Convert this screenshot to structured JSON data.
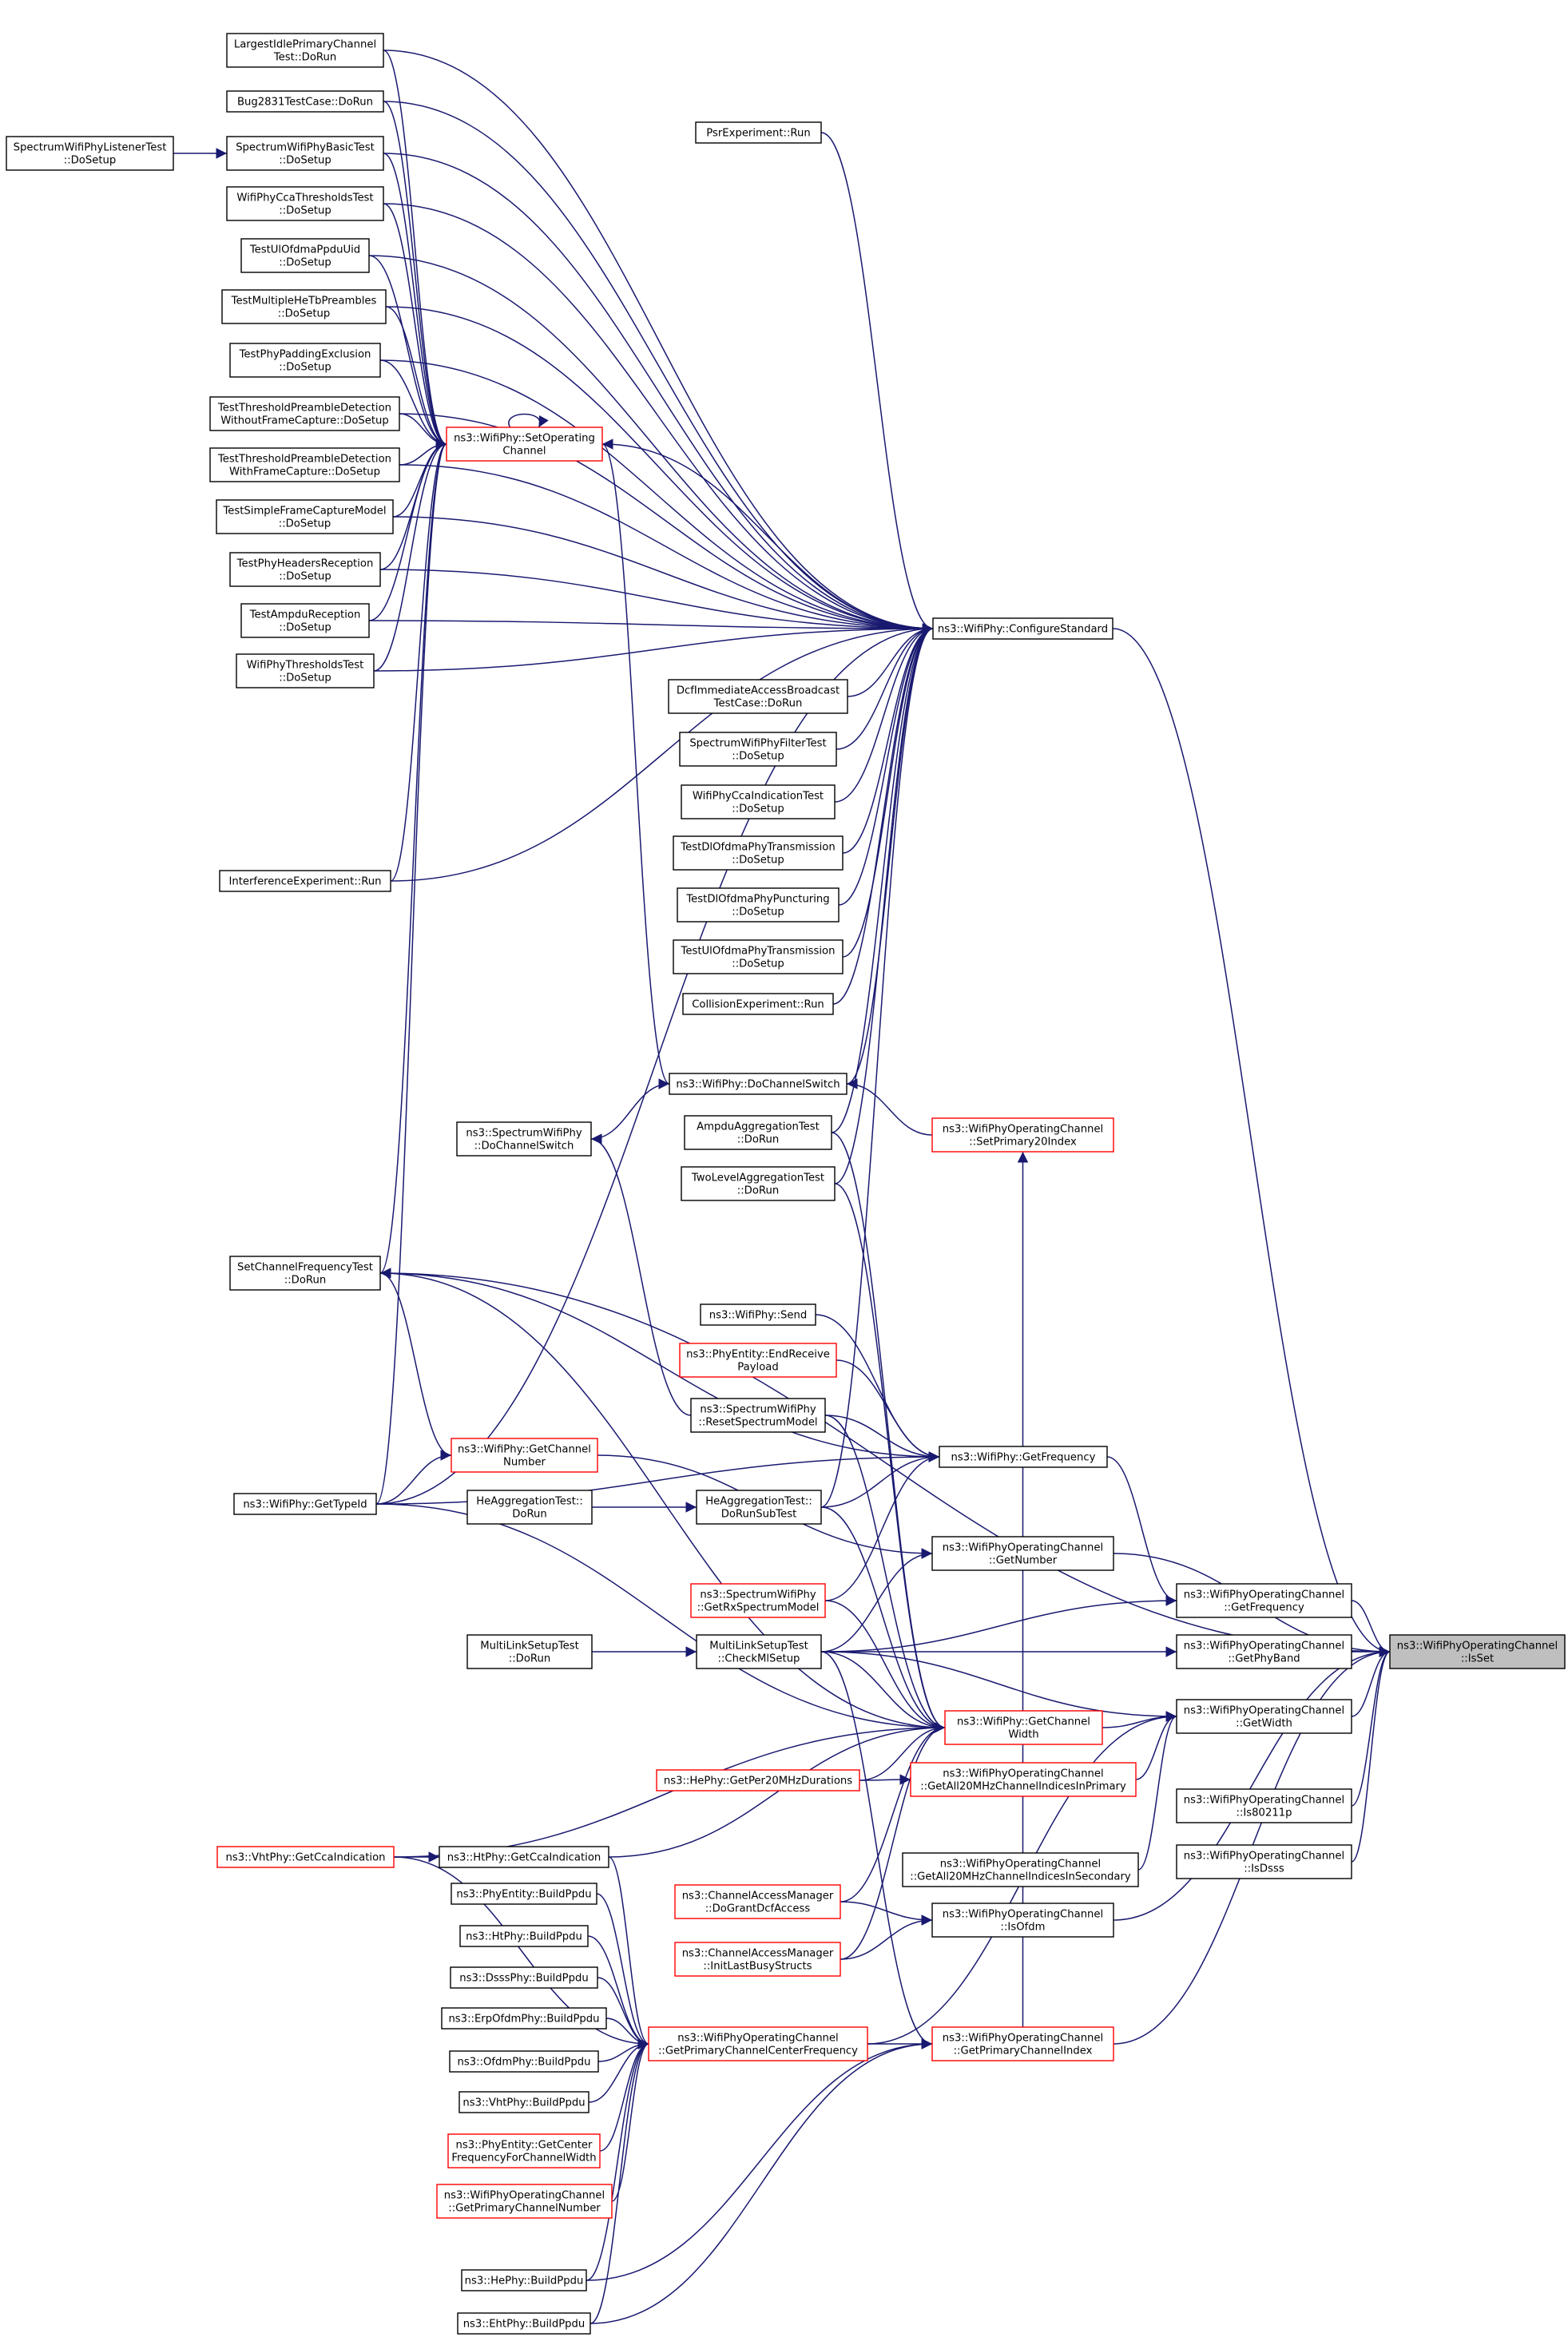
{
  "colors": {
    "edge": "#191970",
    "node_border": "#000000",
    "node_border_truncated": "#ff0000",
    "node_fill": "#ffffff",
    "focus_fill": "#bfbfbf",
    "text": "#000000"
  },
  "nodes": [
    {
      "id": "n_isset",
      "lines": [
        "ns3::WifiPhyOperatingChannel",
        "::IsSet"
      ],
      "style": "focus"
    },
    {
      "id": "n_configstd",
      "lines": [
        "ns3::WifiPhy::ConfigureStandard"
      ],
      "style": "normal"
    },
    {
      "id": "n_setop",
      "lines": [
        "ns3::WifiPhy::SetOperating",
        "Channel"
      ],
      "style": "truncated"
    },
    {
      "id": "n_largestidle",
      "lines": [
        "LargestIdlePrimaryChannel",
        "Test::DoRun"
      ],
      "style": "normal"
    },
    {
      "id": "n_bug2831",
      "lines": [
        "Bug2831TestCase::DoRun"
      ],
      "style": "normal"
    },
    {
      "id": "n_swbasic",
      "lines": [
        "SpectrumWifiPhyBasicTest",
        "::DoSetup"
      ],
      "style": "normal"
    },
    {
      "id": "n_swlistener",
      "lines": [
        "SpectrumWifiPhyListenerTest",
        "::DoSetup"
      ],
      "style": "normal"
    },
    {
      "id": "n_ccathr",
      "lines": [
        "WifiPhyCcaThresholdsTest",
        "::DoSetup"
      ],
      "style": "normal"
    },
    {
      "id": "n_testulofdmuid",
      "lines": [
        "TestUlOfdmaPpduUid",
        "::DoSetup"
      ],
      "style": "normal"
    },
    {
      "id": "n_multhetb",
      "lines": [
        "TestMultipleHeTbPreambles",
        "::DoSetup"
      ],
      "style": "normal"
    },
    {
      "id": "n_padexcl",
      "lines": [
        "TestPhyPaddingExclusion",
        "::DoSetup"
      ],
      "style": "normal"
    },
    {
      "id": "n_thrwithout",
      "lines": [
        "TestThresholdPreambleDetection",
        "WithoutFrameCapture::DoSetup"
      ],
      "style": "normal"
    },
    {
      "id": "n_thrwith",
      "lines": [
        "TestThresholdPreambleDetection",
        "WithFrameCapture::DoSetup"
      ],
      "style": "normal"
    },
    {
      "id": "n_simplefc",
      "lines": [
        "TestSimpleFrameCaptureModel",
        "::DoSetup"
      ],
      "style": "normal"
    },
    {
      "id": "n_phyhdr",
      "lines": [
        "TestPhyHeadersReception",
        "::DoSetup"
      ],
      "style": "normal"
    },
    {
      "id": "n_ampdurx",
      "lines": [
        "TestAmpduReception",
        "::DoSetup"
      ],
      "style": "normal"
    },
    {
      "id": "n_phythr",
      "lines": [
        "WifiPhyThresholdsTest",
        "::DoSetup"
      ],
      "style": "normal"
    },
    {
      "id": "n_interf",
      "lines": [
        "InterferenceExperiment::Run"
      ],
      "style": "normal"
    },
    {
      "id": "n_psr",
      "lines": [
        "PsrExperiment::Run"
      ],
      "style": "normal"
    },
    {
      "id": "n_dcfimm",
      "lines": [
        "DcfImmediateAccessBroadcast",
        "TestCase::DoRun"
      ],
      "style": "normal"
    },
    {
      "id": "n_swfilter",
      "lines": [
        "SpectrumWifiPhyFilterTest",
        "::DoSetup"
      ],
      "style": "normal"
    },
    {
      "id": "n_ccaind",
      "lines": [
        "WifiPhyCcaIndicationTest",
        "::DoSetup"
      ],
      "style": "normal"
    },
    {
      "id": "n_dltx",
      "lines": [
        "TestDlOfdmaPhyTransmission",
        "::DoSetup"
      ],
      "style": "normal"
    },
    {
      "id": "n_dlpunct",
      "lines": [
        "TestDlOfdmaPhyPuncturing",
        "::DoSetup"
      ],
      "style": "normal"
    },
    {
      "id": "n_ultx",
      "lines": [
        "TestUlOfdmaPhyTransmission",
        "::DoSetup"
      ],
      "style": "normal"
    },
    {
      "id": "n_collision",
      "lines": [
        "CollisionExperiment::Run"
      ],
      "style": "normal"
    },
    {
      "id": "n_dochsw",
      "lines": [
        "ns3::WifiPhy::DoChannelSwitch"
      ],
      "style": "normal"
    },
    {
      "id": "n_swdochsw",
      "lines": [
        "ns3::SpectrumWifiPhy",
        "::DoChannelSwitch"
      ],
      "style": "normal"
    },
    {
      "id": "n_ampduagg",
      "lines": [
        "AmpduAggregationTest",
        "::DoRun"
      ],
      "style": "normal"
    },
    {
      "id": "n_twolevel",
      "lines": [
        "TwoLevelAggregationTest",
        "::DoRun"
      ],
      "style": "normal"
    },
    {
      "id": "n_setprim20",
      "lines": [
        "ns3::WifiPhyOperatingChannel",
        "::SetPrimary20Index"
      ],
      "style": "truncated"
    },
    {
      "id": "n_setchfreq",
      "lines": [
        "SetChannelFrequencyTest",
        "::DoRun"
      ],
      "style": "normal"
    },
    {
      "id": "n_send",
      "lines": [
        "ns3::WifiPhy::Send"
      ],
      "style": "normal"
    },
    {
      "id": "n_endrecv",
      "lines": [
        "ns3::PhyEntity::EndReceive",
        "Payload"
      ],
      "style": "truncated"
    },
    {
      "id": "n_resetsm",
      "lines": [
        "ns3::SpectrumWifiPhy",
        "::ResetSpectrumModel"
      ],
      "style": "normal"
    },
    {
      "id": "n_wpgetfreq",
      "lines": [
        "ns3::WifiPhy::GetFrequency"
      ],
      "style": "normal"
    },
    {
      "id": "n_getchnum",
      "lines": [
        "ns3::WifiPhy::GetChannel",
        "Number"
      ],
      "style": "truncated"
    },
    {
      "id": "n_gettypeid",
      "lines": [
        "ns3::WifiPhy::GetTypeId"
      ],
      "style": "normal"
    },
    {
      "id": "n_heaggrun",
      "lines": [
        "HeAggregationTest::",
        "DoRun"
      ],
      "style": "normal"
    },
    {
      "id": "n_heaggsub",
      "lines": [
        "HeAggregationTest::",
        "DoRunSubTest"
      ],
      "style": "normal"
    },
    {
      "id": "n_getnumber",
      "lines": [
        "ns3::WifiPhyOperatingChannel",
        "::GetNumber"
      ],
      "style": "normal"
    },
    {
      "id": "n_getrxsm",
      "lines": [
        "ns3::SpectrumWifiPhy",
        "::GetRxSpectrumModel"
      ],
      "style": "truncated"
    },
    {
      "id": "n_ocgetfreq",
      "lines": [
        "ns3::WifiPhyOperatingChannel",
        "::GetFrequency"
      ],
      "style": "normal"
    },
    {
      "id": "n_getphyband",
      "lines": [
        "ns3::WifiPhyOperatingChannel",
        "::GetPhyBand"
      ],
      "style": "normal"
    },
    {
      "id": "n_mlsrun",
      "lines": [
        "MultiLinkSetupTest",
        "::DoRun"
      ],
      "style": "normal"
    },
    {
      "id": "n_checkml",
      "lines": [
        "MultiLinkSetupTest",
        "::CheckMlSetup"
      ],
      "style": "normal"
    },
    {
      "id": "n_getwidth",
      "lines": [
        "ns3::WifiPhyOperatingChannel",
        "::GetWidth"
      ],
      "style": "normal"
    },
    {
      "id": "n_wpgetchw",
      "lines": [
        "ns3::WifiPhy::GetChannel",
        "Width"
      ],
      "style": "truncated"
    },
    {
      "id": "n_getall20p",
      "lines": [
        "ns3::WifiPhyOperatingChannel",
        "::GetAll20MHzChannelIndicesInPrimary"
      ],
      "style": "truncated"
    },
    {
      "id": "n_heper20",
      "lines": [
        "ns3::HePhy::GetPer20MHzDurations"
      ],
      "style": "truncated"
    },
    {
      "id": "n_is80211p",
      "lines": [
        "ns3::WifiPhyOperatingChannel",
        "::Is80211p"
      ],
      "style": "normal"
    },
    {
      "id": "n_vhtcca",
      "lines": [
        "ns3::VhtPhy::GetCcaIndication"
      ],
      "style": "truncated"
    },
    {
      "id": "n_htcca",
      "lines": [
        "ns3::HtPhy::GetCcaIndication"
      ],
      "style": "normal"
    },
    {
      "id": "n_getall20s",
      "lines": [
        "ns3::WifiPhyOperatingChannel",
        "::GetAll20MHzChannelIndicesInSecondary"
      ],
      "style": "normal"
    },
    {
      "id": "n_isdsss",
      "lines": [
        "ns3::WifiPhyOperatingChannel",
        "::IsDsss"
      ],
      "style": "normal"
    },
    {
      "id": "n_cam_grant",
      "lines": [
        "ns3::ChannelAccessManager",
        "::DoGrantDcfAccess"
      ],
      "style": "truncated"
    },
    {
      "id": "n_isofdm",
      "lines": [
        "ns3::WifiPhyOperatingChannel",
        "::IsOfdm"
      ],
      "style": "normal"
    },
    {
      "id": "n_cam_init",
      "lines": [
        "ns3::ChannelAccessManager",
        "::InitLastBusyStructs"
      ],
      "style": "truncated"
    },
    {
      "id": "n_peb",
      "lines": [
        "ns3::PhyEntity::BuildPpdu"
      ],
      "style": "normal"
    },
    {
      "id": "n_htb",
      "lines": [
        "ns3::HtPhy::BuildPpdu"
      ],
      "style": "normal"
    },
    {
      "id": "n_dsssb",
      "lines": [
        "ns3::DsssPhy::BuildPpdu"
      ],
      "style": "normal"
    },
    {
      "id": "n_erpb",
      "lines": [
        "ns3::ErpOfdmPhy::BuildPpdu"
      ],
      "style": "normal"
    },
    {
      "id": "n_ofdmb",
      "lines": [
        "ns3::OfdmPhy::BuildPpdu"
      ],
      "style": "normal"
    },
    {
      "id": "n_vhtb",
      "lines": [
        "ns3::VhtPhy::BuildPpdu"
      ],
      "style": "normal"
    },
    {
      "id": "n_getpccf",
      "lines": [
        "ns3::WifiPhyOperatingChannel",
        "::GetPrimaryChannelCenterFrequency"
      ],
      "style": "truncated"
    },
    {
      "id": "n_getpci",
      "lines": [
        "ns3::WifiPhyOperatingChannel",
        "::GetPrimaryChannelIndex"
      ],
      "style": "truncated"
    },
    {
      "id": "n_pegetcf",
      "lines": [
        "ns3::PhyEntity::GetCenter",
        "FrequencyForChannelWidth"
      ],
      "style": "truncated"
    },
    {
      "id": "n_getpcn",
      "lines": [
        "ns3::WifiPhyOperatingChannel",
        "::GetPrimaryChannelNumber"
      ],
      "style": "truncated"
    },
    {
      "id": "n_heb",
      "lines": [
        "ns3::HePhy::BuildPpdu"
      ],
      "style": "normal"
    },
    {
      "id": "n_ehtb",
      "lines": [
        "ns3::EhtPhy::BuildPpdu"
      ],
      "style": "normal"
    }
  ],
  "edges": [
    [
      "n_configstd",
      "n_isset"
    ],
    [
      "n_ocgetfreq",
      "n_isset"
    ],
    [
      "n_getphyband",
      "n_isset"
    ],
    [
      "n_getwidth",
      "n_isset"
    ],
    [
      "n_is80211p",
      "n_isset"
    ],
    [
      "n_isdsss",
      "n_isset"
    ],
    [
      "n_isofdm",
      "n_isset"
    ],
    [
      "n_getpci",
      "n_isset"
    ],
    [
      "n_getnumber",
      "n_isset"
    ],
    [
      "n_setchfreq",
      "n_isset"
    ],
    [
      "n_setop",
      "n_configstd"
    ],
    [
      "n_largestidle",
      "n_configstd"
    ],
    [
      "n_bug2831",
      "n_configstd"
    ],
    [
      "n_swbasic",
      "n_configstd"
    ],
    [
      "n_psr",
      "n_configstd"
    ],
    [
      "n_ccathr",
      "n_configstd"
    ],
    [
      "n_testulofdmuid",
      "n_configstd"
    ],
    [
      "n_multhetb",
      "n_configstd"
    ],
    [
      "n_padexcl",
      "n_configstd"
    ],
    [
      "n_thrwithout",
      "n_configstd"
    ],
    [
      "n_thrwith",
      "n_configstd"
    ],
    [
      "n_simplefc",
      "n_configstd"
    ],
    [
      "n_phyhdr",
      "n_configstd"
    ],
    [
      "n_ampdurx",
      "n_configstd"
    ],
    [
      "n_phythr",
      "n_configstd"
    ],
    [
      "n_interf",
      "n_configstd"
    ],
    [
      "n_dcfimm",
      "n_configstd"
    ],
    [
      "n_swfilter",
      "n_configstd"
    ],
    [
      "n_ccaind",
      "n_configstd"
    ],
    [
      "n_dltx",
      "n_configstd"
    ],
    [
      "n_dlpunct",
      "n_configstd"
    ],
    [
      "n_ultx",
      "n_configstd"
    ],
    [
      "n_collision",
      "n_configstd"
    ],
    [
      "n_dochsw",
      "n_configstd"
    ],
    [
      "n_ampduagg",
      "n_configstd"
    ],
    [
      "n_twolevel",
      "n_configstd"
    ],
    [
      "n_gettypeid",
      "n_configstd"
    ],
    [
      "n_heaggsub",
      "n_configstd"
    ],
    [
      "n_largestidle",
      "n_setop"
    ],
    [
      "n_bug2831",
      "n_setop"
    ],
    [
      "n_swbasic",
      "n_setop"
    ],
    [
      "n_ccathr",
      "n_setop"
    ],
    [
      "n_testulofdmuid",
      "n_setop"
    ],
    [
      "n_multhetb",
      "n_setop"
    ],
    [
      "n_padexcl",
      "n_setop"
    ],
    [
      "n_thrwithout",
      "n_setop"
    ],
    [
      "n_thrwith",
      "n_setop"
    ],
    [
      "n_simplefc",
      "n_setop"
    ],
    [
      "n_phyhdr",
      "n_setop"
    ],
    [
      "n_ampdurx",
      "n_setop"
    ],
    [
      "n_phythr",
      "n_setop"
    ],
    [
      "n_interf",
      "n_setop"
    ],
    [
      "n_dochsw",
      "n_setop"
    ],
    [
      "n_setchfreq",
      "n_setop"
    ],
    [
      "n_gettypeid",
      "n_setop"
    ],
    [
      "n_setop",
      "n_setop"
    ],
    [
      "n_swlistener",
      "n_swbasic"
    ],
    [
      "n_swdochsw",
      "n_dochsw"
    ],
    [
      "n_setprim20",
      "n_dochsw"
    ],
    [
      "n_heaggrun",
      "n_heaggsub"
    ],
    [
      "n_mlsrun",
      "n_checkml"
    ],
    [
      "n_resetsm",
      "n_swdochsw"
    ],
    [
      "n_send",
      "n_wpgetfreq"
    ],
    [
      "n_endrecv",
      "n_wpgetfreq"
    ],
    [
      "n_resetsm",
      "n_wpgetfreq"
    ],
    [
      "n_getrxsm",
      "n_wpgetfreq"
    ],
    [
      "n_setchfreq",
      "n_wpgetfreq"
    ],
    [
      "n_gettypeid",
      "n_wpgetfreq"
    ],
    [
      "n_heaggsub",
      "n_wpgetfreq"
    ],
    [
      "n_wpgetfreq",
      "n_ocgetfreq"
    ],
    [
      "n_getchnum",
      "n_getnumber"
    ],
    [
      "n_getchnum",
      "n_setchfreq"
    ],
    [
      "n_gettypeid",
      "n_getchnum"
    ],
    [
      "n_checkml",
      "n_ocgetfreq"
    ],
    [
      "n_checkml",
      "n_getphyband"
    ],
    [
      "n_checkml",
      "n_getwidth"
    ],
    [
      "n_checkml",
      "n_getnumber"
    ],
    [
      "n_wpgetchw",
      "n_getwidth"
    ],
    [
      "n_getall20p",
      "n_getwidth"
    ],
    [
      "n_getall20s",
      "n_getwidth"
    ],
    [
      "n_getpccf",
      "n_getwidth"
    ],
    [
      "n_heper20",
      "n_getall20p"
    ],
    [
      "n_heper20",
      "n_wpgetchw"
    ],
    [
      "n_vhtcca",
      "n_wpgetchw"
    ],
    [
      "n_htcca",
      "n_wpgetchw"
    ],
    [
      "n_vhtcca",
      "n_htcca"
    ],
    [
      "n_ampduagg",
      "n_wpgetchw"
    ],
    [
      "n_twolevel",
      "n_wpgetchw"
    ],
    [
      "n_heaggsub",
      "n_wpgetchw"
    ],
    [
      "n_checkml",
      "n_wpgetchw"
    ],
    [
      "n_getrxsm",
      "n_wpgetchw"
    ],
    [
      "n_resetsm",
      "n_wpgetchw"
    ],
    [
      "n_setchfreq",
      "n_wpgetchw"
    ],
    [
      "n_gettypeid",
      "n_wpgetchw"
    ],
    [
      "n_cam_grant",
      "n_wpgetchw"
    ],
    [
      "n_cam_init",
      "n_wpgetchw"
    ],
    [
      "n_cam_grant",
      "n_isofdm"
    ],
    [
      "n_cam_init",
      "n_isofdm"
    ],
    [
      "n_getpccf",
      "n_getpci"
    ],
    [
      "n_getpci",
      "n_setprim20"
    ],
    [
      "n_peb",
      "n_getpccf"
    ],
    [
      "n_htb",
      "n_getpccf"
    ],
    [
      "n_dsssb",
      "n_getpccf"
    ],
    [
      "n_erpb",
      "n_getpccf"
    ],
    [
      "n_ofdmb",
      "n_getpccf"
    ],
    [
      "n_vhtb",
      "n_getpccf"
    ],
    [
      "n_pegetcf",
      "n_getpccf"
    ],
    [
      "n_getpcn",
      "n_getpccf"
    ],
    [
      "n_heb",
      "n_getpccf"
    ],
    [
      "n_ehtb",
      "n_getpccf"
    ],
    [
      "n_htcca",
      "n_getpccf"
    ],
    [
      "n_vhtcca",
      "n_getpccf"
    ],
    [
      "n_heb",
      "n_getpci"
    ],
    [
      "n_ehtb",
      "n_getpci"
    ],
    [
      "n_checkml",
      "n_getpci"
    ]
  ]
}
